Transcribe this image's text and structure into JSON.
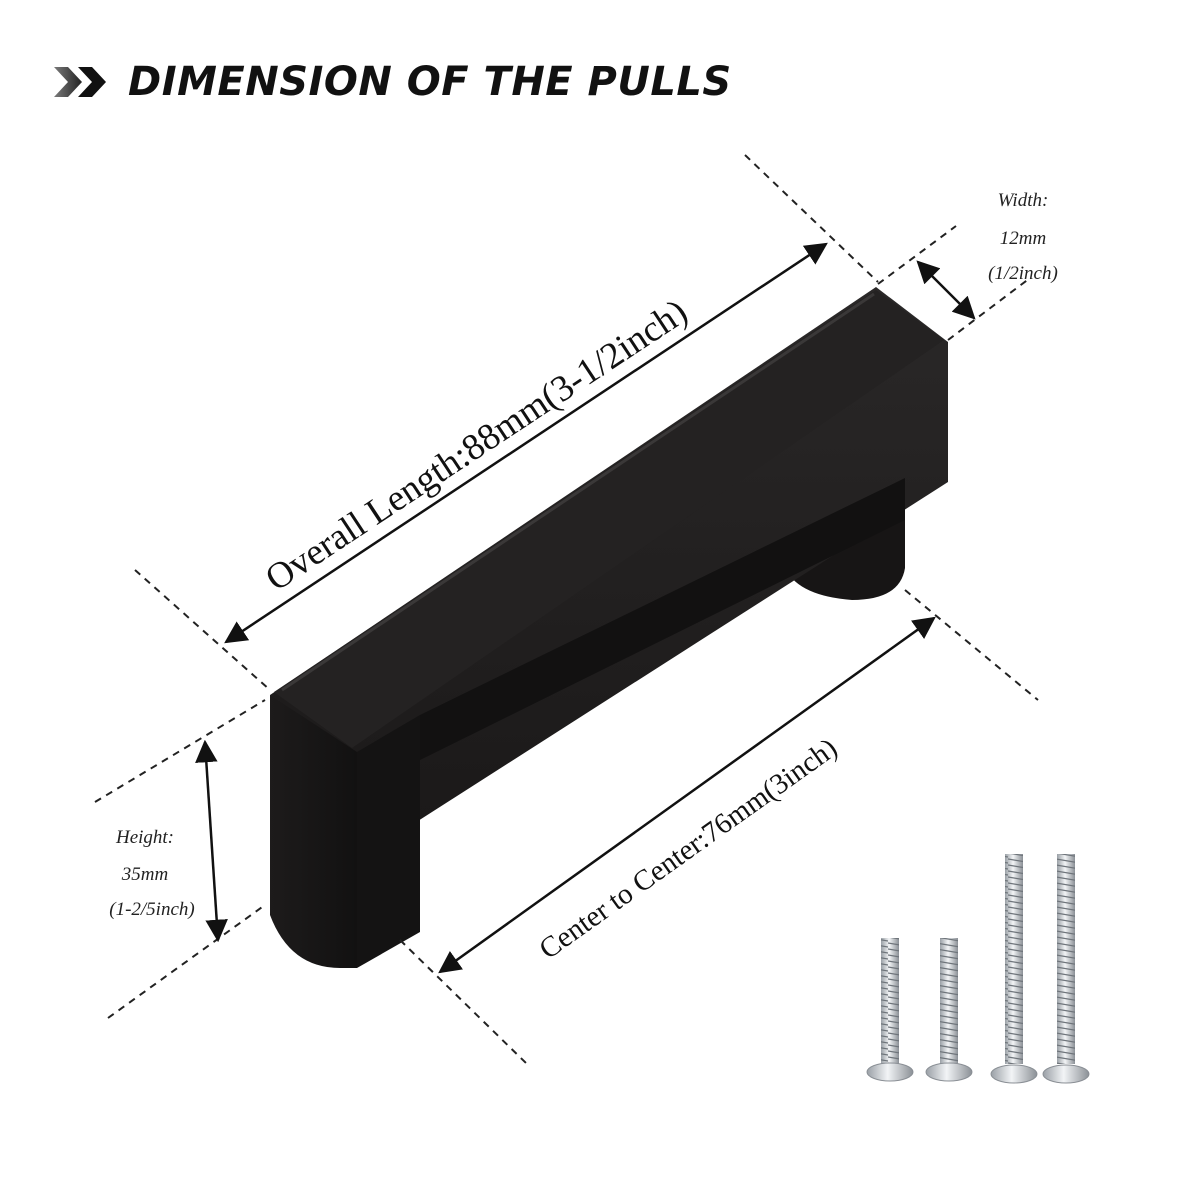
{
  "header": {
    "title": "DIMENSION OF THE PULLS"
  },
  "dimensions": {
    "overall_length": "Overall Length:88mm(3-1/2inch)",
    "center_to_center": "Center to Center:76mm(3inch)",
    "width": {
      "label": "Width:",
      "metric": "12mm",
      "imperial": "(1/2inch)"
    },
    "height": {
      "label": "Height:",
      "metric": "35mm",
      "imperial": "(1-2/5inch)"
    }
  },
  "hardware": {
    "screw_count": 4
  },
  "colors": {
    "handle": "#1c1a1a",
    "text": "#111111",
    "chevron": "#555555"
  }
}
